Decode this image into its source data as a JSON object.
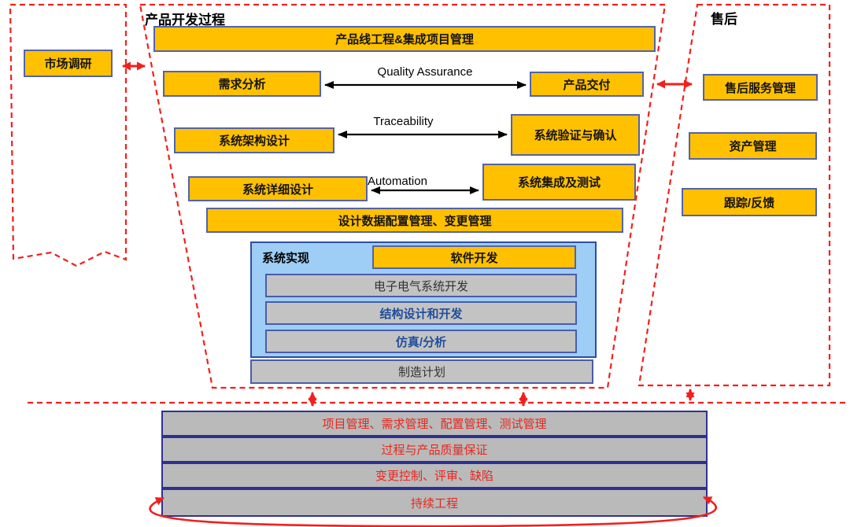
{
  "left_panel": {
    "market_research": "市场调研"
  },
  "main_panel": {
    "title": "产品开发过程",
    "top_bar": "产品线工程&集成项目管理",
    "rows": [
      {
        "left": "需求分析",
        "label": "Quality Assurance",
        "right": "产品交付"
      },
      {
        "left": "系统架构设计",
        "label": "Traceability",
        "right": "系统验证与确认"
      },
      {
        "left": "系统详细设计",
        "label": "Automation",
        "right": "系统集成及测试"
      }
    ],
    "config_bar": "设计数据配置管理、变更管理",
    "implementation": {
      "label": "系统实现",
      "software": "软件开发",
      "ee_dev": "电子电气系统开发",
      "mech_dev": "结构设计和开发",
      "sim": "仿真/分析"
    },
    "manufacturing": "制造计划"
  },
  "right_panel": {
    "title": "售后",
    "service": "售后服务管理",
    "asset": "资产管理",
    "tracking": "跟踪/反馈"
  },
  "bottom_bars": [
    "项目管理、需求管理、配置管理、测试管理",
    "过程与产品质量保证",
    "变更控制、评审、缺陷",
    "持续工程"
  ],
  "colors": {
    "box_yellow": "#FFC000",
    "box_border": "#5263AB",
    "container_blue": "#9ECDF5",
    "gray_fill": "#C3C3C3",
    "bottom_bar_fill": "#BABABA",
    "bottom_bar_border": "#2E3192",
    "dashed_red": "#ED1F24",
    "blue_text": "#1F4E9E"
  }
}
